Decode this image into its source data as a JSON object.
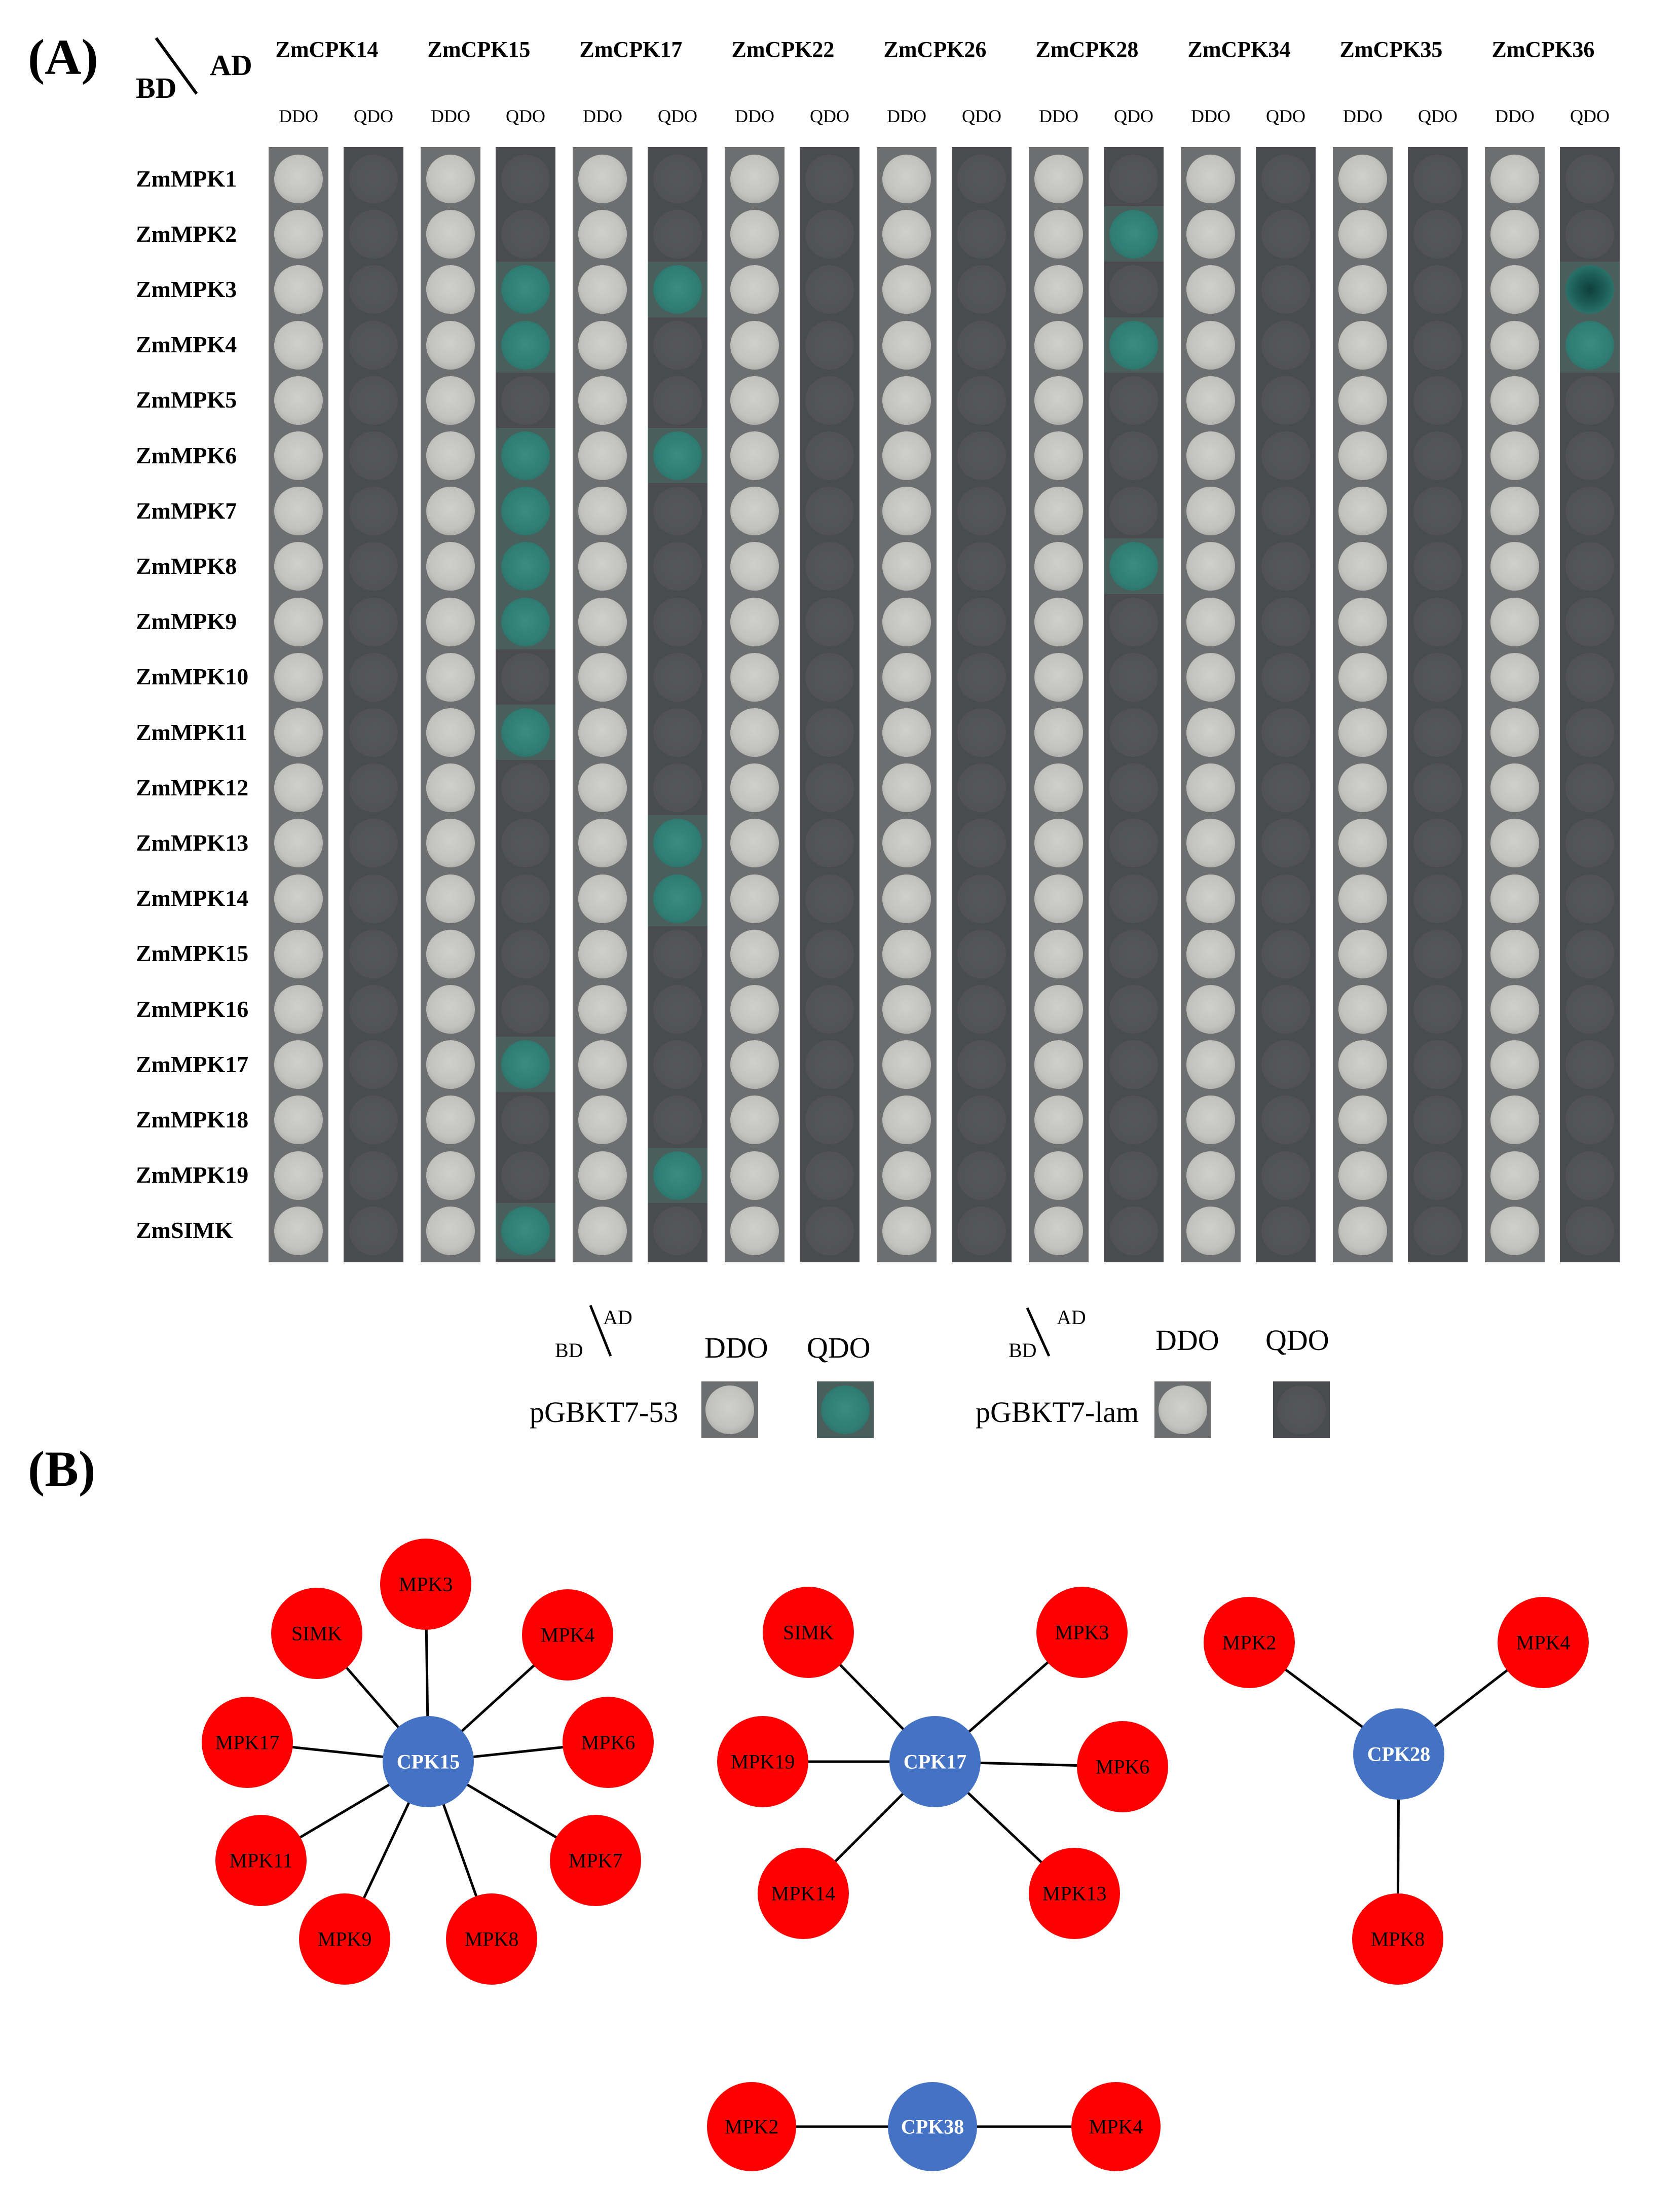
{
  "panels": {
    "a_label": "(A)",
    "b_label": "(B)"
  },
  "corner": {
    "bd": "BD",
    "ad": "AD"
  },
  "medium_labels": {
    "ddo": "DDO",
    "qdo": "QDO"
  },
  "columns": [
    "ZmCPK14",
    "ZmCPK15",
    "ZmCPK17",
    "ZmCPK22",
    "ZmCPK26",
    "ZmCPK28",
    "ZmCPK34",
    "ZmCPK35",
    "ZmCPK36"
  ],
  "rows": [
    "ZmMPK1",
    "ZmMPK2",
    "ZmMPK3",
    "ZmMPK4",
    "ZmMPK5",
    "ZmMPK6",
    "ZmMPK7",
    "ZmMPK8",
    "ZmMPK9",
    "ZmMPK10",
    "ZmMPK11",
    "ZmMPK12",
    "ZmMPK13",
    "ZmMPK14",
    "ZmMPK15",
    "ZmMPK16",
    "ZmMPK17",
    "ZmMPK18",
    "ZmMPK19",
    "ZmSIMK"
  ],
  "qdo_growth": {
    "ZmCPK15": [
      "ZmMPK3",
      "ZmMPK4",
      "ZmMPK6",
      "ZmMPK7",
      "ZmMPK8",
      "ZmMPK9",
      "ZmMPK11",
      "ZmMPK17",
      "ZmSIMK"
    ],
    "ZmCPK17": [
      "ZmMPK3",
      "ZmMPK6",
      "ZmMPK13",
      "ZmMPK14",
      "ZmMPK19"
    ],
    "ZmCPK28": [
      "ZmMPK2",
      "ZmMPK4",
      "ZmMPK8"
    ],
    "ZmCPK36": [
      "ZmMPK3",
      "ZmMPK4"
    ]
  },
  "legend": {
    "positive": {
      "construct": "pGBKT7-53",
      "qdo_growth": true
    },
    "negative": {
      "construct": "pGBKT7-lam",
      "qdo_growth": false
    }
  },
  "networks": [
    {
      "hub": "CPK15",
      "partners": [
        "MPK3",
        "MPK4",
        "MPK6",
        "MPK7",
        "MPK8",
        "MPK9",
        "MPK11",
        "MPK17",
        "SIMK"
      ]
    },
    {
      "hub": "CPK17",
      "partners": [
        "MPK3",
        "MPK6",
        "MPK13",
        "MPK14",
        "MPK19",
        "SIMK"
      ]
    },
    {
      "hub": "CPK28",
      "partners": [
        "MPK2",
        "MPK4",
        "MPK8"
      ]
    },
    {
      "hub": "CPK38",
      "partners": [
        "MPK2",
        "MPK4"
      ]
    }
  ],
  "colors": {
    "hub": "#4472c4",
    "partner": "#ff0000",
    "qdo_positive": "#2f7d74",
    "qdo_negative": "#4a4b4e",
    "ddo_colony": "#c4c5c2"
  }
}
